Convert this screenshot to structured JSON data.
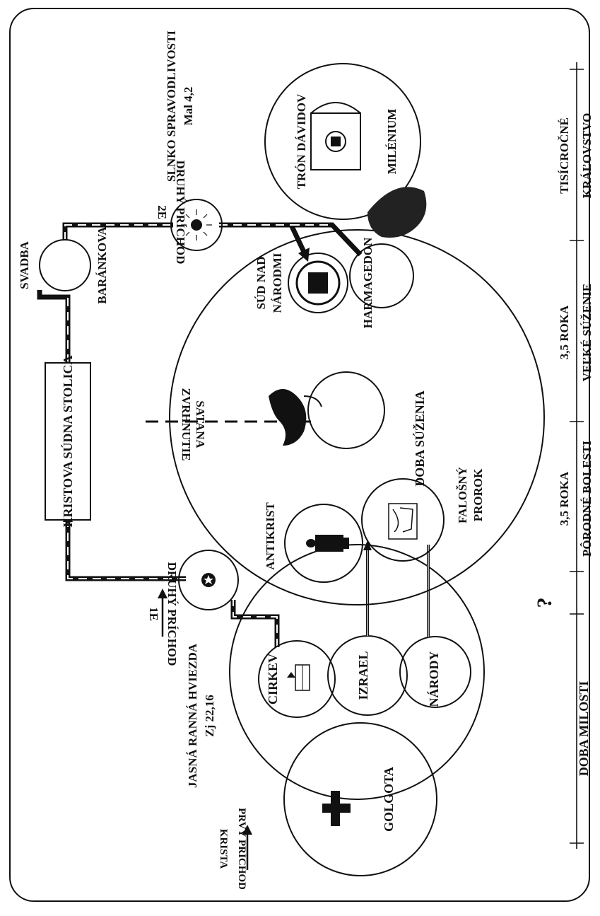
{
  "timeline": {
    "unknown_marker": "?",
    "periods": [
      {
        "id": "grace",
        "line1": "DOBA MILOSTI",
        "line2": ""
      },
      {
        "id": "birth-pains",
        "line1": "3,5 ROKA",
        "line2": "PÔRODNÉ BOLESTI"
      },
      {
        "id": "great-tribulation",
        "line1": "3,5 ROKA",
        "line2": "VEĽKÉ SÚŽENIE"
      },
      {
        "id": "millennial-kingdom",
        "line1": "TISÍCROČNÉ",
        "line2": "KRÁĽOVSTVO"
      }
    ]
  },
  "labels": {
    "first_coming_line1": "PRVÝ PRÍCHOD",
    "first_coming_line2": "KRISTA",
    "golgota": "GOLGOTA",
    "morning_star_line1": "JASNÁ RANNÁ HVIEZDA",
    "morning_star_line2": "Zj 22,16",
    "cirkev": "CIRKEV",
    "izrael": "IZRAEL",
    "narody": "NÁRODY",
    "second_coming_1e_line1": "DRUHÝ PRÍCHOD",
    "second_coming_1e_line2": "1E",
    "judgment_seat": "KRISTOVA  SÚDNA STOLICA",
    "wedding_line1": "SVADBA",
    "wedding_line2": "BARÁNKOVA",
    "second_coming_2e_line1": "DRUHÝ PRÍCHOD",
    "second_coming_2e_line2": "2E",
    "sun_line1": "SLNKO SPRAVODLIVOSTI",
    "sun_line2": "Mal 4,2",
    "antichrist": "ANTIKRIST",
    "false_prophet_line1": "FALOŠNÝ",
    "false_prophet_line2": "PROROK",
    "satan_line1": "ZVRHNUTIE",
    "satan_line2": "SATANA",
    "tribulation": "DOBA SÚŽENIA",
    "judgment_nations_line1": "SÚD NAD",
    "judgment_nations_line2": "NÁRODMI",
    "harmagedon": "HARMAGEDON",
    "throne_of_david": "TRÓN DÁVIDOV",
    "millennium": "MILÉNIUM"
  }
}
